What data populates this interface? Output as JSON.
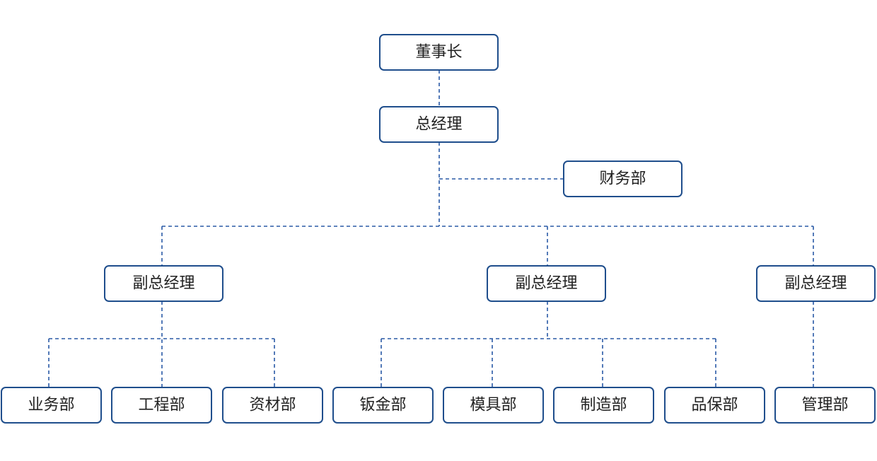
{
  "colors": {
    "border": "#1f4e8c",
    "connector": "#2a5aa6",
    "text": "#222222",
    "background": "#ffffff"
  },
  "nodes": {
    "chairman": "董事长",
    "general_manager": "总经理",
    "finance": "财务部",
    "deputy_1": "副总经理",
    "deputy_2": "副总经理",
    "deputy_3": "副总经理",
    "business": "业务部",
    "engineering": "工程部",
    "materials": "资材部",
    "sheet_metal": "钣金部",
    "mold": "模具部",
    "manufacturing": "制造部",
    "quality": "品保部",
    "management": "管理部"
  }
}
